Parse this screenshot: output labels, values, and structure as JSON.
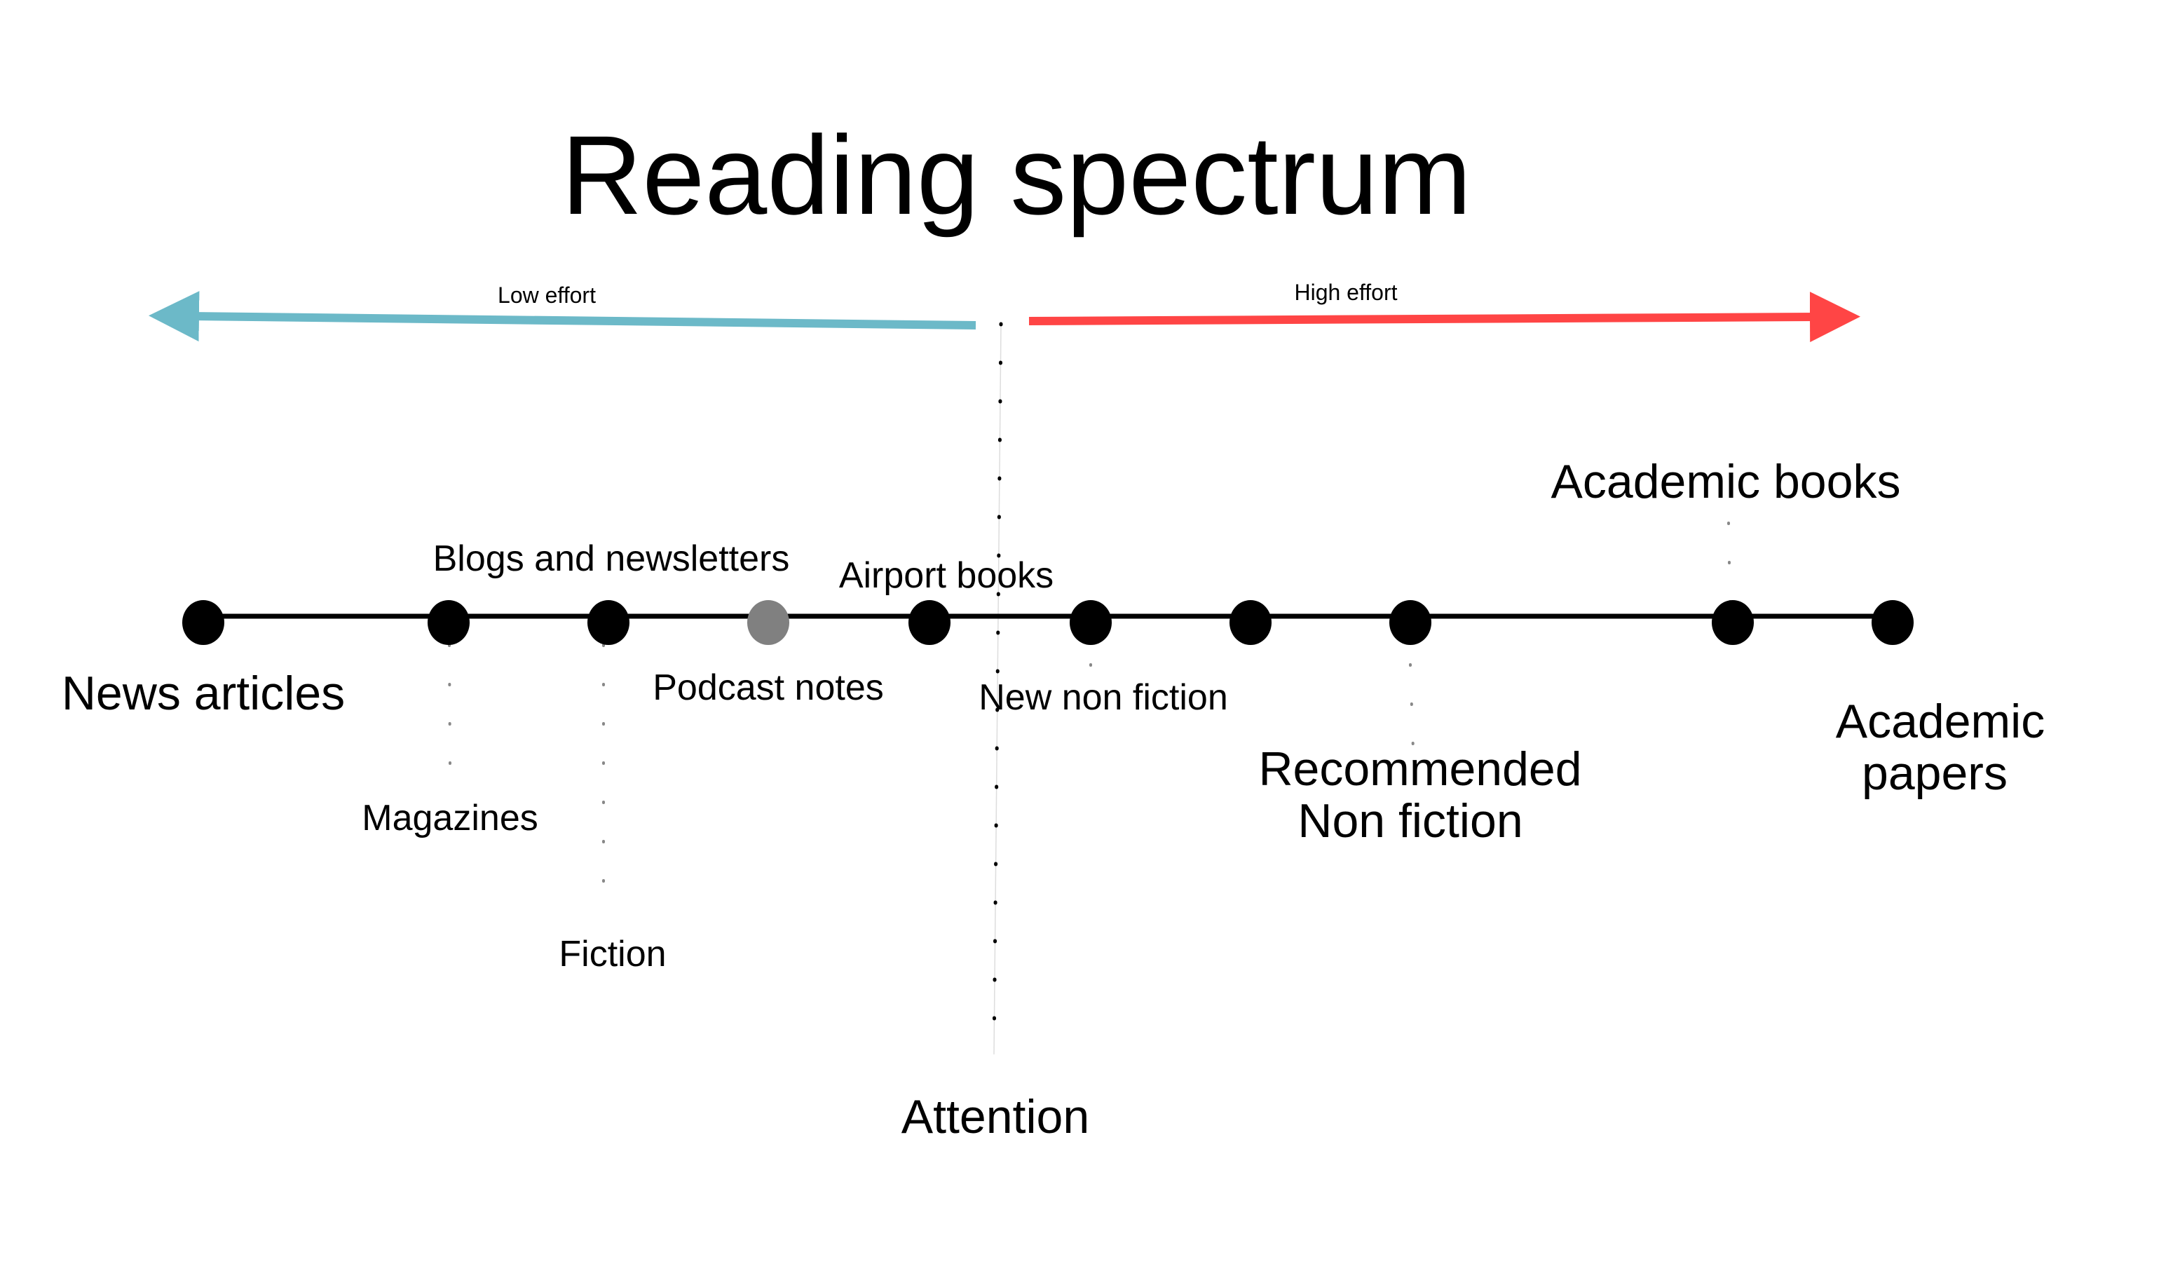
{
  "title": "Reading spectrum",
  "arrows": {
    "low": {
      "label": "Low effort",
      "color": "#6cb9c8"
    },
    "high": {
      "label": "High effort",
      "color": "#ff4545"
    }
  },
  "attention": {
    "label": "Attention"
  },
  "items": [
    {
      "label": "News articles",
      "color": "#000000"
    },
    {
      "label": "Magazines",
      "color": "#000000"
    },
    {
      "label": "Fiction",
      "color": "#000000"
    },
    {
      "label": "Podcast notes",
      "color": "#808080"
    },
    {
      "label": "Blogs and newsletters",
      "color": "#000000"
    },
    {
      "label": "Airport books",
      "color": "#000000"
    },
    {
      "label": "New non fiction",
      "color": "#000000"
    },
    {
      "label_line1": "Recommended",
      "label_line2": "Non fiction",
      "color": "#000000"
    },
    {
      "label": "Academic books",
      "color": "#000000"
    },
    {
      "label_line1": "Academic",
      "label_line2": "papers",
      "color": "#000000"
    }
  ]
}
